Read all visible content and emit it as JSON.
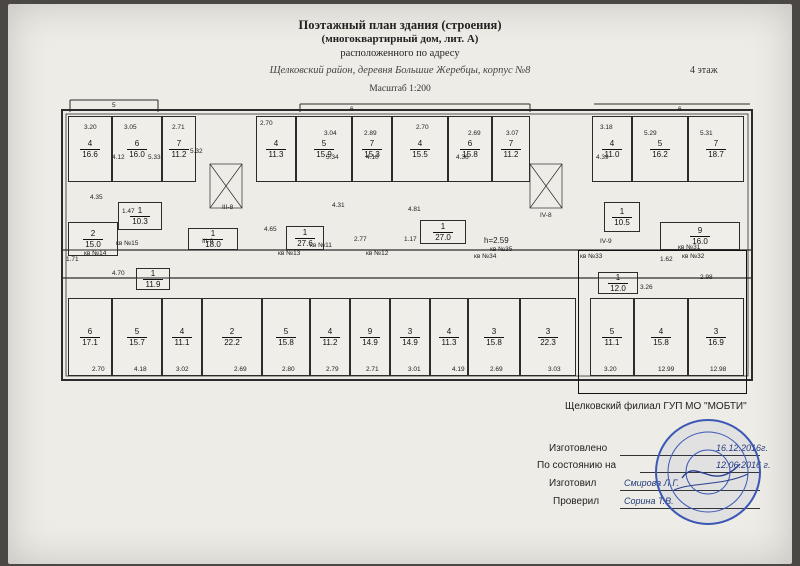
{
  "header": {
    "title": "Поэтажный план здания (строения)",
    "subtitle": "(многоквартирный дом,  лит. А)",
    "located": "расположенного по адресу",
    "address": "Щелковский район, деревня Большие Жеребцы, корпус №8",
    "scale": "Масштаб 1:200",
    "floor": "4 этаж"
  },
  "plan": {
    "top_dims": [
      "5",
      "6",
      "6"
    ],
    "apartment_labels": [
      "кв №15",
      "кв №14",
      "кв №13",
      "кв №12",
      "кв №11",
      "кв №35",
      "кв №34",
      "кв №33",
      "кв №32",
      "кв №31"
    ],
    "stair_labels": [
      "III-8",
      "III-9",
      "IV-8",
      "IV-9"
    ],
    "h_label": "h=2.59",
    "rooms": [
      {
        "n": "4",
        "a": "16.6"
      },
      {
        "n": "6",
        "a": "16.0"
      },
      {
        "n": "7",
        "a": "11.2"
      },
      {
        "n": "4",
        "a": "11.3"
      },
      {
        "n": "5",
        "a": "15.9"
      },
      {
        "n": "7",
        "a": "15.3"
      },
      {
        "n": "4",
        "a": "15.5"
      },
      {
        "n": "6",
        "a": "15.8"
      },
      {
        "n": "7",
        "a": "11.2"
      },
      {
        "n": "4",
        "a": "11.0"
      },
      {
        "n": "5",
        "a": "16.2"
      },
      {
        "n": "7",
        "a": "18.7"
      },
      {
        "n": "1",
        "a": "10.3"
      },
      {
        "n": "2",
        "a": "15.0"
      },
      {
        "n": "1",
        "a": "18.0"
      },
      {
        "n": "1",
        "a": "27.6"
      },
      {
        "n": "1",
        "a": "27.0"
      },
      {
        "n": "1",
        "a": "10.5"
      },
      {
        "n": "9",
        "a": "16.0"
      },
      {
        "n": "1",
        "a": "11.9"
      },
      {
        "n": "1",
        "a": "12.0"
      },
      {
        "n": "6",
        "a": "17.1"
      },
      {
        "n": "5",
        "a": "15.7"
      },
      {
        "n": "4",
        "a": "11.1"
      },
      {
        "n": "2",
        "a": "22.2"
      },
      {
        "n": "5",
        "a": "15.8"
      },
      {
        "n": "4",
        "a": "11.2"
      },
      {
        "n": "9",
        "a": "14.9"
      },
      {
        "n": "3",
        "a": "14.9"
      },
      {
        "n": "4",
        "a": "11.3"
      },
      {
        "n": "3",
        "a": "15.8"
      },
      {
        "n": "3",
        "a": "22.3"
      },
      {
        "n": "5",
        "a": "11.1"
      },
      {
        "n": "4",
        "a": "15.8"
      },
      {
        "n": "3",
        "a": "16.9"
      }
    ],
    "dims": [
      "3.20",
      "3.05",
      "2.71",
      "2.70",
      "3.04",
      "2.89",
      "2.70",
      "2.69",
      "3.07",
      "3.18",
      "5.29",
      "5.31",
      "4.12",
      "5.33",
      "5.32",
      "5.34",
      "4.10",
      "4.36",
      "4.39",
      "4.35",
      "4.31",
      "4.81",
      "4.65",
      "4.70",
      "3.26",
      "2.98",
      "2.70",
      "4.18",
      "3.02",
      "2.69",
      "2.80",
      "2.79",
      "2.71",
      "3.01",
      "4.19",
      "2.69",
      "3.03",
      "3.20",
      "12.99",
      "12.98",
      "1.71",
      "1.62",
      "2.77",
      "1.17",
      "1.47"
    ]
  },
  "footer": {
    "org": "Щелковский филиал ГУП МО \"МОБТИ\"",
    "made_label": "Изготовлено",
    "made_value": "16.12.2016г.",
    "state_label": "По состоянию на",
    "state_value": "12.06.2016 г.",
    "made_by_label": "Изготовил",
    "made_by_value": "Смирова Л.Г.",
    "checked_label": "Проверил",
    "checked_value": "Сорина Т.В."
  }
}
